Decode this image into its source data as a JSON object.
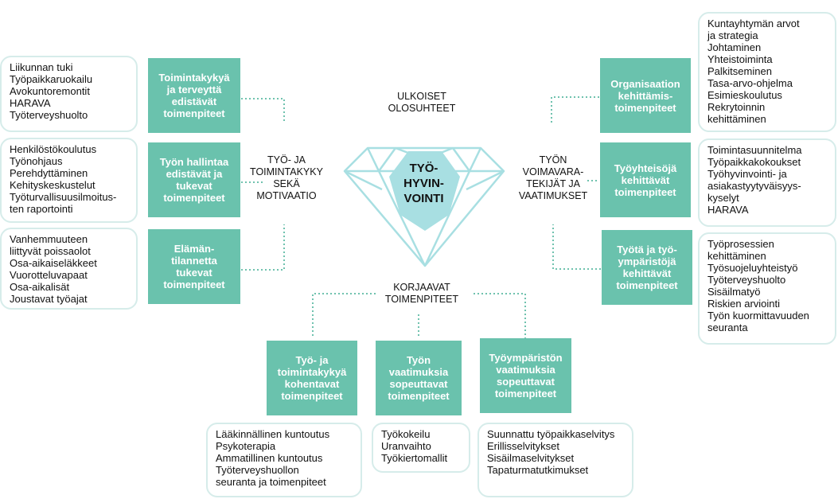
{
  "center": {
    "title": "TYÖ-\nHYVIN-\nVOINTI"
  },
  "labels": {
    "outer": "ULKOISET\nOLOSUHTEET",
    "left": "TYÖ- JA\nTOIMINTAKYKY\nSEKÄ\nMOTIVAATIO",
    "right": "TYÖN\nVOIMAVARA-\nTEKIJÄT JA\nVAATIMUKSET",
    "bottom": "KORJAAVAT\nTOIMENPITEET"
  },
  "left_actions": [
    {
      "title": "Toimintakykyä\nja terveyttä\nedistävät\ntoimenpiteet",
      "items": [
        "Liikunnan tuki",
        "Työpaikkaruokailu",
        "Avokuntoremontit",
        "HARAVA",
        "Työterveyshuolto"
      ]
    },
    {
      "title": "Työn hallintaa\nedistävät ja\ntukevat\ntoimenpiteet",
      "items": [
        "Henkilöstökoulutus",
        "Työnohjaus",
        "Perehdyttäminen",
        "Kehityskeskustelut",
        "Työturvallisuusilmoitus-\nten raportointi"
      ]
    },
    {
      "title": "Elämän-\ntilannetta\ntukevat\ntoimenpiteet",
      "items": [
        "Vanhemmuuteen\nliittyvät poissaolot",
        "Osa-aikaiseläkkeet",
        "Vuorotteluvapaat",
        "Osa-aikalisät",
        "Joustavat työajat"
      ]
    }
  ],
  "right_actions": [
    {
      "title": "Organisaation\nkehittämis-\ntoimenpiteet",
      "items": [
        "Kuntayhtymän arvot\nja strategia",
        "Johtaminen",
        "Yhteistoiminta",
        "Palkitseminen",
        "Tasa-arvo-ohjelma",
        "Esimieskoulutus",
        "Rekrytoinnin\nkehittäminen"
      ]
    },
    {
      "title": "Työyhteisöjä\nkehittävät\ntoimenpiteet",
      "items": [
        "Toimintasuunnitelma",
        "Työpaikkakokoukset",
        "Työhyvinvointi- ja\nasiakastyytyväisyys-\nkyselyt",
        "HARAVA"
      ]
    },
    {
      "title": "Työtä ja työ-\nympäristöjä\nkehittävät\ntoimenpiteet",
      "items": [
        "Työprosessien\nkehittäminen",
        "Työsuojeluyhteistyö",
        "Työterveyshuolto",
        "Sisäilmatyö",
        "Riskien arviointi",
        "Työn kuormittavuuden\nseuranta"
      ]
    }
  ],
  "bottom_actions": [
    {
      "title": "Työ- ja\ntoimintakykyä\nkohentavat\ntoimenpiteet",
      "items": [
        "Lääkinnällinen kuntoutus",
        "Psykoterapia",
        "Ammatillinen kuntoutus",
        "Työterveyshuollon\nseuranta ja toimenpiteet"
      ]
    },
    {
      "title": "Työn\nvaatimuksia\nsopeuttavat\ntoimenpiteet",
      "items": [
        "Työkokeilu",
        "Uranvaihto",
        "Työkiertomallit"
      ]
    },
    {
      "title": "Työympäristön\nvaatimuksia\nsopeuttavat\ntoimenpiteet",
      "items": [
        "Suunnattu työpaikkaselvitys",
        "Erillisselvitykset",
        "Sisäilmaselvitykset",
        "Tapaturmatutkimukset"
      ]
    }
  ],
  "colors": {
    "accent": "#6ac2ad",
    "box_border": "#d6ecea",
    "diamond": "#a8dfe2"
  }
}
